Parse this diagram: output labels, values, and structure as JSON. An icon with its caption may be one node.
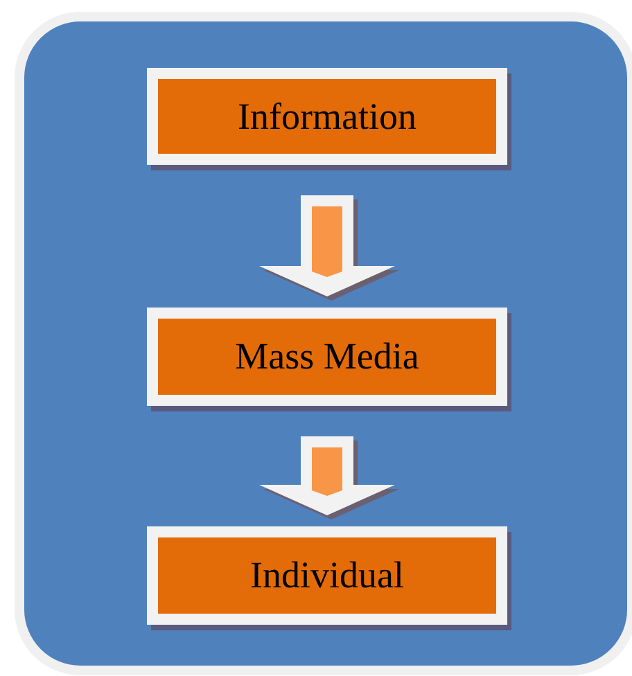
{
  "diagram": {
    "nodes": [
      {
        "text": [
          "Information"
        ]
      },
      {
        "text": [
          "Mass Media"
        ]
      },
      {
        "text": [
          "Individual"
        ]
      }
    ],
    "edges": [
      {
        "from": 0,
        "to": 1,
        "arrow": "to"
      },
      {
        "from": 1,
        "to": 2,
        "arrow": "to"
      }
    ]
  }
}
